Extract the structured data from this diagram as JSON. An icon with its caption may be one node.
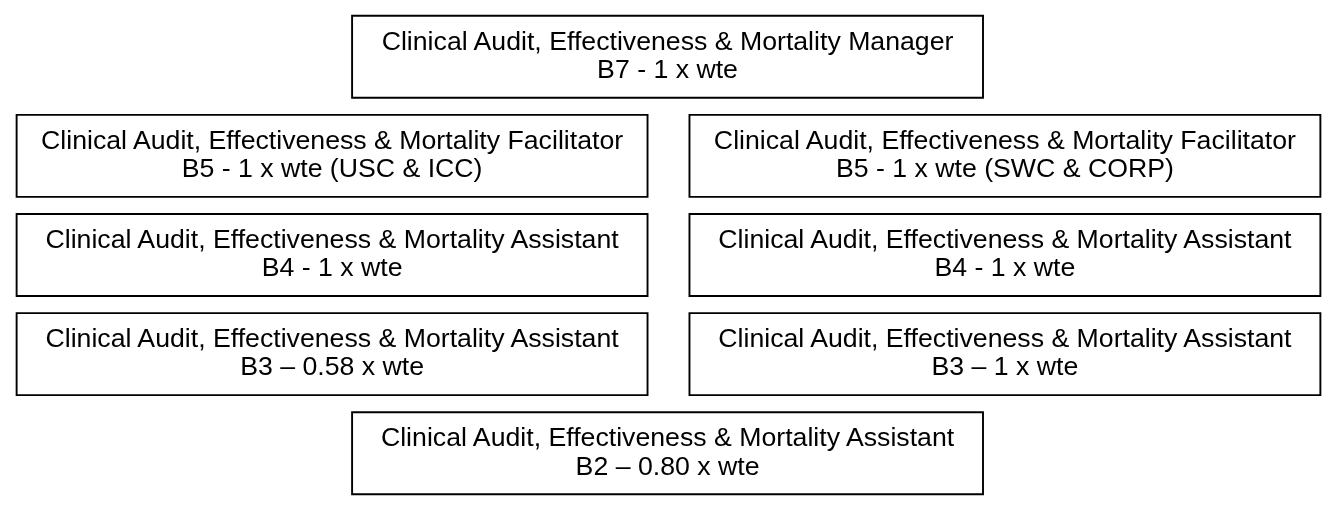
{
  "diagram": {
    "nodes": [
      {
        "text": [
          "Clinical Audit, Effectiveness & Mortality Manager",
          "B7 - 1 x wte"
        ]
      },
      {
        "text": [
          "Clinical Audit, Effectiveness & Mortality Facilitator",
          "B5 - 1 x wte (USC & ICC)"
        ]
      },
      {
        "text": [
          "Clinical Audit, Effectiveness & Mortality Facilitator",
          "B5 - 1 x wte (SWC & CORP)"
        ]
      },
      {
        "text": [
          "Clinical Audit, Effectiveness & Mortality Assistant",
          "B4 - 1 x wte"
        ]
      },
      {
        "text": [
          "Clinical Audit, Effectiveness & Mortality Assistant",
          "B4 - 1 x wte"
        ]
      },
      {
        "text": [
          "Clinical Audit, Effectiveness & Mortality Assistant",
          "B3 – 0.58 x wte"
        ]
      },
      {
        "text": [
          "Clinical Audit, Effectiveness & Mortality Assistant",
          "B3 – 1 x wte"
        ]
      },
      {
        "text": [
          "Clinical Audit, Effectiveness & Mortality Assistant",
          "B2 – 0.80 x wte"
        ]
      }
    ]
  }
}
